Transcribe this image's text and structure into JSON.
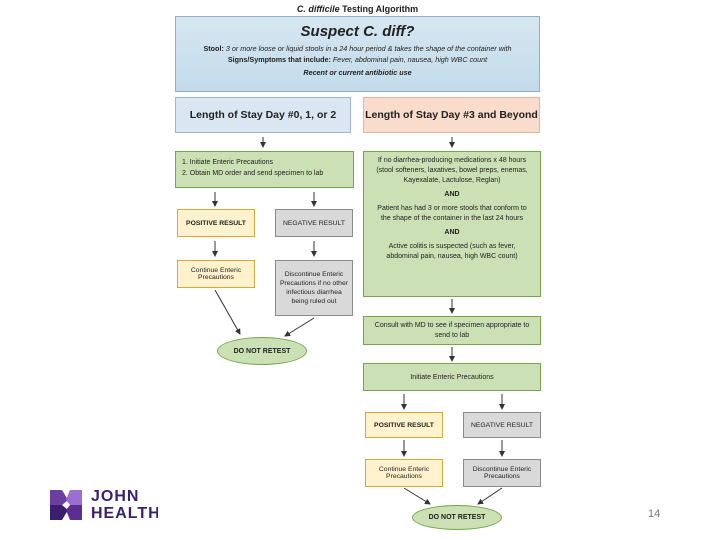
{
  "title": {
    "italic": "C. difficile",
    "rest": " Testing Algorithm"
  },
  "suspect": {
    "heading": "Suspect C. diff?",
    "stool_label": "Stool:",
    "stool_text": " 3 or more loose or liquid stools in a 24 hour period & takes the shape of the container with ",
    "signs_label": "Signs/Symptoms that include:",
    "signs_text": " Fever, abdominal pain, nausea, high WBC count",
    "antibiotic": "Recent or current antibiotic use"
  },
  "left": {
    "header": "Length of Stay Day #0, 1, or 2",
    "steps": [
      "1.  Initiate Enteric Precautions",
      "2.  Obtain MD order and send specimen to lab"
    ],
    "positive": "POSITIVE RESULT",
    "negative": "NEGATIVE RESULT",
    "continue": "Continue Enteric Precautions",
    "discontinue": "Discontinue Enteric Precautions if no other infectious diarrhea being ruled out",
    "do_not_retest": "DO NOT RETEST"
  },
  "right": {
    "header": "Length of Stay Day #3 and Beyond",
    "crit1": "If no diarrhea-producing medications x 48 hours (stool softeners, laxatives, bowel preps, enemas, Kayexalate, Lactulose, Reglan)",
    "and1": "AND",
    "crit2": "Patient has had 3 or more stools that conform to the shape of the container in the last 24 hours",
    "and2": "AND",
    "crit3": "Active colitis is suspected (such as fever, abdominal pain, nausea, high WBC count)",
    "consult": "Consult with MD to see if specimen appropriate to send to lab",
    "initiate": "Initiate Enteric Precautions",
    "positive": "POSITIVE RESULT",
    "negative": "NEGATIVE RESULT",
    "continue": "Continue Enteric Precautions",
    "discontinue": "Discontinue Enteric Precautions",
    "do_not_retest": "DO NOT RETEST"
  },
  "footer": {
    "logo_line1": "JOHN",
    "logo_line2": "HEALTH",
    "page_number": "14"
  },
  "colors": {
    "green_fill": "#cbe0b4",
    "green_border": "#76a54c",
    "yellow_fill": "#fff2cc",
    "gray_fill": "#d9d9d9",
    "logo_purple": "#3a1f6e"
  }
}
